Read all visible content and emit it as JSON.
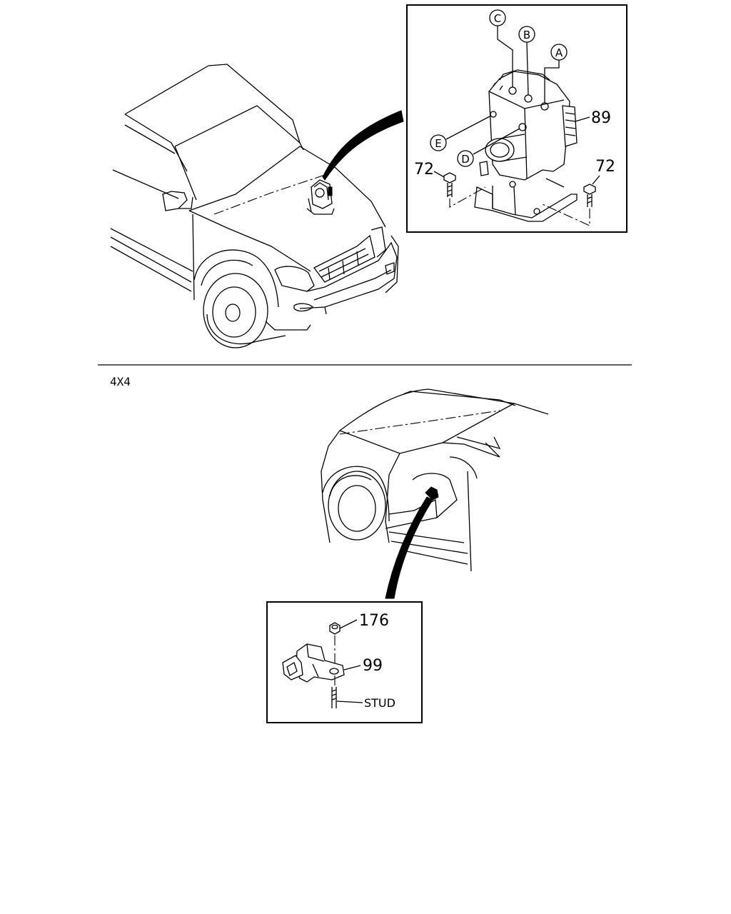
{
  "labels": {
    "ref_89": "89",
    "ref_72_left": "72",
    "ref_72_right": "72",
    "ref_176": "176",
    "ref_99": "99",
    "stud": "STUD",
    "section_4x4": "4X4"
  },
  "callouts": {
    "A": "A",
    "B": "B",
    "C": "C",
    "D": "D",
    "E": "E"
  }
}
